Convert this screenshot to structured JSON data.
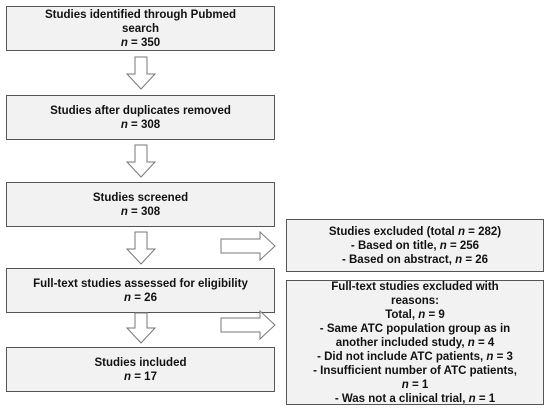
{
  "flow": {
    "identified": {
      "line1": "Studies identified through Pubmed",
      "line2": "search",
      "n_label": "n",
      "n_value": " = 350"
    },
    "after_duplicates": {
      "line1": "Studies after duplicates removed",
      "n_label": "n",
      "n_value": " = 308"
    },
    "screened": {
      "line1": "Studies screened",
      "n_label": "n",
      "n_value": " = 308"
    },
    "fulltext": {
      "line1": "Full-text studies assessed for eligibility",
      "n_label": "n",
      "n_value": " = 26"
    },
    "included": {
      "line1": "Studies included",
      "n_label": "n",
      "n_value": " = 17"
    },
    "excluded": {
      "title_pre": "Studies excluded (total ",
      "title_n": "n",
      "title_post": " = 282)",
      "r1_pre": "- Based on title, ",
      "r1_n": "n",
      "r1_post": " = 256",
      "r2_pre": "- Based on abstract, ",
      "r2_n": "n",
      "r2_post": " = 26"
    },
    "fulltext_excluded": {
      "title1": "Full-text studies excluded with",
      "title2": "reasons:",
      "total_pre": "Total, ",
      "total_n": "n",
      "total_post": " = 9",
      "r1_line1": "- Same ATC population group as in",
      "r1_line2_pre": "another included study, ",
      "r1_line2_n": "n",
      "r1_line2_post": " = 4",
      "r2_pre": "- Did not include ATC patients, ",
      "r2_n": "n",
      "r2_post": " = 3",
      "r3_line1": "- Insufficient number of ATC patients,",
      "r3_line2_n": "n",
      "r3_line2_post": " = 1",
      "r4_pre": "- Was not a clinical trial, ",
      "r4_n": "n",
      "r4_post": " = 1"
    }
  },
  "colors": {
    "box_fill": "#f2f2f2",
    "box_border": "#555555",
    "arrow_fill": "#ffffff",
    "arrow_stroke": "#777777"
  }
}
